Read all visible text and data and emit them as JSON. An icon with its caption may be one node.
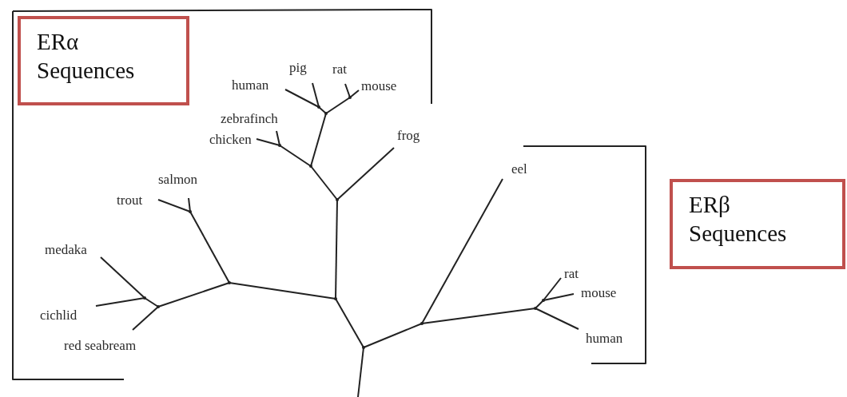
{
  "diagram": {
    "nodes": [
      {
        "text": [
          "ERα Sequences"
        ]
      },
      {
        "text": [
          "pig"
        ]
      },
      {
        "text": [
          "rat"
        ]
      },
      {
        "text": [
          "human"
        ]
      },
      {
        "text": [
          "mouse"
        ]
      },
      {
        "text": [
          "zebrafinch"
        ]
      },
      {
        "text": [
          "chicken"
        ]
      },
      {
        "text": [
          "frog"
        ]
      },
      {
        "text": [
          "eel"
        ]
      },
      {
        "text": [
          "salmon"
        ]
      },
      {
        "text": [
          "trout"
        ]
      },
      {
        "text": [
          "ERβ Sequences"
        ]
      },
      {
        "text": [
          "medaka"
        ]
      },
      {
        "text": [
          "rat"
        ]
      },
      {
        "text": [
          "mouse"
        ]
      },
      {
        "text": [
          "cichlid"
        ]
      },
      {
        "text": [
          "human"
        ]
      },
      {
        "text": [
          "red seabream"
        ]
      },
      {
        "text": [],
        "shape": "point"
      },
      {
        "text": [],
        "shape": "point"
      },
      {
        "text": [],
        "shape": "point"
      },
      {
        "text": [],
        "shape": "point"
      },
      {
        "text": [],
        "shape": "point"
      },
      {
        "text": [],
        "shape": "point"
      },
      {
        "text": [],
        "shape": "point"
      },
      {
        "text": [],
        "shape": "point"
      },
      {
        "text": [],
        "shape": "point"
      },
      {
        "text": [],
        "shape": "point"
      },
      {
        "text": [],
        "shape": "point"
      },
      {
        "text": [],
        "shape": "point"
      },
      {
        "text": [],
        "shape": "point"
      },
      {
        "text": [],
        "shape": "point"
      },
      {
        "text": [],
        "shape": "point"
      }
    ],
    "edges": [
      {
        "from": 3,
        "to": 18,
        "arrow": "none"
      },
      {
        "from": 1,
        "to": 18,
        "arrow": "none"
      },
      {
        "from": 18,
        "to": 20,
        "arrow": "none"
      },
      {
        "from": 2,
        "to": 19,
        "arrow": "none"
      },
      {
        "from": 4,
        "to": 19,
        "arrow": "none"
      },
      {
        "from": 19,
        "to": 20,
        "arrow": "none"
      },
      {
        "from": 20,
        "to": 22,
        "arrow": "none"
      },
      {
        "from": 5,
        "to": 21,
        "arrow": "none"
      },
      {
        "from": 6,
        "to": 21,
        "arrow": "none"
      },
      {
        "from": 21,
        "to": 22,
        "arrow": "none"
      },
      {
        "from": 22,
        "to": 23,
        "arrow": "none"
      },
      {
        "from": 7,
        "to": 23,
        "arrow": "none"
      },
      {
        "from": 23,
        "to": 26,
        "arrow": "none"
      },
      {
        "from": 10,
        "to": 24,
        "arrow": "none"
      },
      {
        "from": 9,
        "to": 24,
        "arrow": "none"
      },
      {
        "from": 24,
        "to": 25,
        "arrow": "none"
      },
      {
        "from": 12,
        "to": 27,
        "arrow": "none"
      },
      {
        "from": 15,
        "to": 27,
        "arrow": "none"
      },
      {
        "from": 27,
        "to": 28,
        "arrow": "none"
      },
      {
        "from": 17,
        "to": 28,
        "arrow": "none"
      },
      {
        "from": 28,
        "to": 25,
        "arrow": "none"
      },
      {
        "from": 25,
        "to": 26,
        "arrow": "none"
      },
      {
        "from": 26,
        "to": 32,
        "arrow": "none"
      },
      {
        "from": 8,
        "to": 31,
        "arrow": "none"
      },
      {
        "from": 13,
        "to": 29,
        "arrow": "none"
      },
      {
        "from": 14,
        "to": 29,
        "arrow": "none"
      },
      {
        "from": 29,
        "to": 30,
        "arrow": "none"
      },
      {
        "from": 16,
        "to": 30,
        "arrow": "none"
      },
      {
        "from": 30,
        "to": 31,
        "arrow": "none"
      },
      {
        "from": 31,
        "to": 32,
        "arrow": "none"
      },
      {
        "from": 32,
        "to": null,
        "arrow": "none"
      }
    ]
  }
}
